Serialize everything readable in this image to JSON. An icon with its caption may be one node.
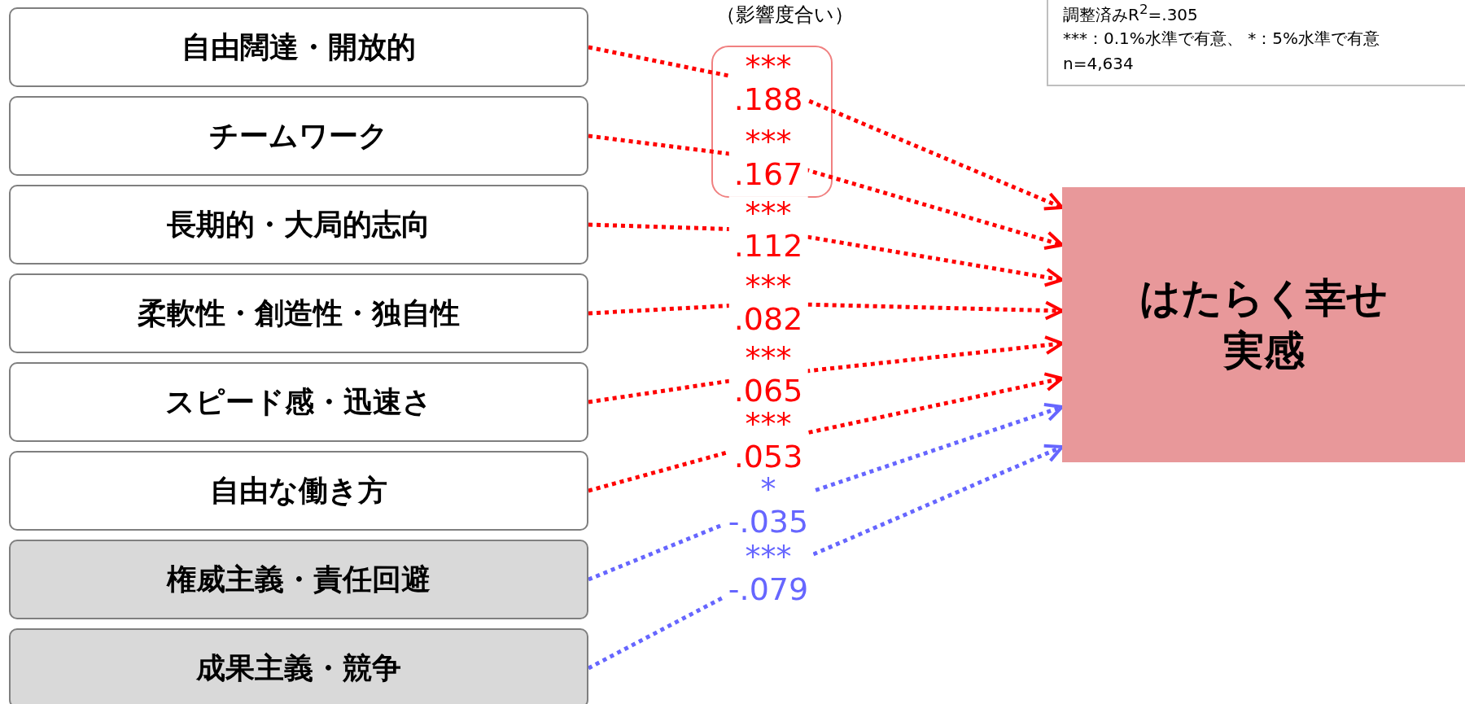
{
  "diagram": {
    "nodes": [
      {
        "text": [
          "自由闊達・開放的"
        ]
      },
      {
        "text": [
          "チームワーク"
        ]
      },
      {
        "text": [
          "長期的・大局的志向"
        ]
      },
      {
        "text": [
          "柔軟性・創造性・独自性"
        ]
      },
      {
        "text": [
          "スピード感・迅速さ"
        ]
      },
      {
        "text": [
          "自由な働き方"
        ]
      },
      {
        "text": [
          "権威主義・責任回避"
        ]
      },
      {
        "text": [
          "成果主義・競争"
        ]
      },
      {
        "text": [
          "はたらく幸せ実感"
        ]
      }
    ],
    "edges": [
      {
        "from": 0,
        "to": 8,
        "arrow": "to",
        "label": "*** .188",
        "color": "#ff0000"
      },
      {
        "from": 1,
        "to": 8,
        "arrow": "to",
        "label": "*** .167",
        "color": "#ff0000"
      },
      {
        "from": 2,
        "to": 8,
        "arrow": "to",
        "label": "*** .112",
        "color": "#ff0000"
      },
      {
        "from": 3,
        "to": 8,
        "arrow": "to",
        "label": "*** .082",
        "color": "#ff0000"
      },
      {
        "from": 4,
        "to": 8,
        "arrow": "to",
        "label": "*** .065",
        "color": "#ff0000"
      },
      {
        "from": 5,
        "to": 8,
        "arrow": "to",
        "label": "*** .053",
        "color": "#ff0000"
      },
      {
        "from": 6,
        "to": 8,
        "arrow": "to",
        "label": "* -.035",
        "color": "#6666ff"
      },
      {
        "from": 7,
        "to": 8,
        "arrow": "to",
        "label": "*** -.079",
        "color": "#6666ff"
      }
    ],
    "labels": [
      "（影響度合い）",
      "調整済みR$^{2}$=.305",
      "***：0.1%水準で有意、 *：5%水準で有意",
      "n=4,634"
    ]
  }
}
